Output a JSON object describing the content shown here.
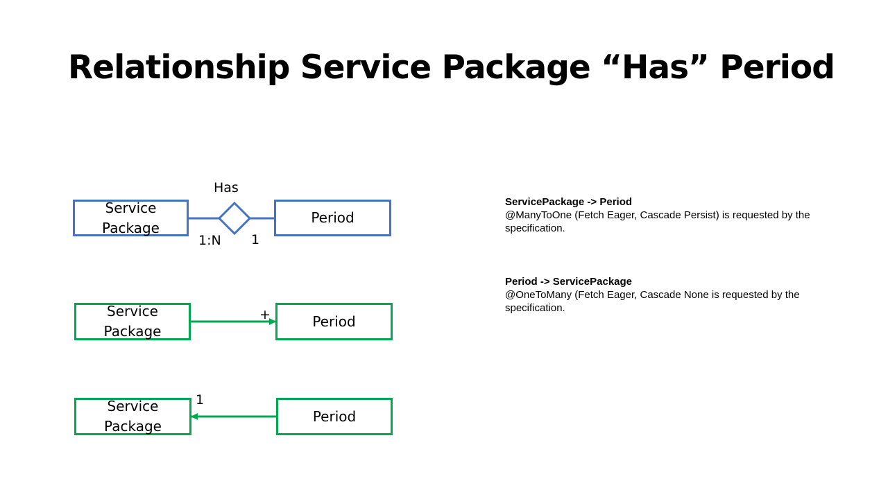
{
  "title": "Relationship Service Package “Has” Period",
  "diagrams": {
    "er": {
      "left_entity": [
        "Service",
        "Package"
      ],
      "right_entity": "Period",
      "relationship": "Has",
      "left_cardinality": "1:N",
      "right_cardinality": "1",
      "color": "#4472c4"
    },
    "uml_forward": {
      "left_entity": [
        "Service",
        "Package"
      ],
      "right_entity": "Period",
      "multiplicity": "+",
      "color": "#00a84f"
    },
    "uml_backward": {
      "left_entity": [
        "Service",
        "Package"
      ],
      "right_entity": "Period",
      "multiplicity": "1",
      "color": "#00a84f"
    }
  },
  "notes": [
    {
      "heading": "ServicePackage -> Period",
      "text": "@ManyToOne  (Fetch Eager, Cascade Persist) is requested by the specification."
    },
    {
      "heading": "Period -> ServicePackage",
      "text": "@OneToMany  (Fetch Eager, Cascade None is requested by the specification."
    }
  ]
}
